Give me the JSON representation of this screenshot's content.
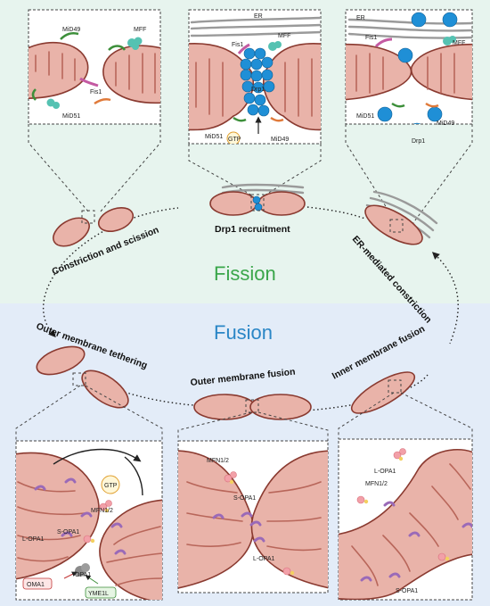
{
  "center": {
    "fission": "Fission",
    "fusion": "Fusion"
  },
  "stages": {
    "constriction": "Constriction and scission",
    "recruitment": "Drp1 recruitment",
    "er_constriction": "ER-mediated constriction",
    "tethering": "Outer membrane tethering",
    "om_fusion": "Outer membrane fusion",
    "im_fusion": "Inner membrane fusion"
  },
  "panel1": {
    "mid49": "MiD49",
    "mff": "MFF",
    "fis1": "Fis1",
    "mid51": "MiD51"
  },
  "panel2": {
    "er": "ER",
    "fis1": "Fis1",
    "mff": "MFF",
    "drp1": "Drp1",
    "mid51": "MiD51",
    "gtp": "GTP",
    "mid49": "MiD49"
  },
  "panel3": {
    "er": "ER",
    "fis1": "Fis1",
    "mff": "MFF",
    "mid51": "MiD51",
    "drp1": "Drp1",
    "mid49": "MiD49"
  },
  "panel4": {
    "gtp": "GTP",
    "mfn": "MFN1/2",
    "sopa1": "S-OPA1",
    "lopa1": "L-OPA1",
    "opa1": "OPA1",
    "oma1": "OMA1",
    "yme1l": "YME1L"
  },
  "panel5": {
    "mfn": "MFN1/2",
    "sopa1": "S-OPA1",
    "lopa1": "L-OPA1"
  },
  "panel6": {
    "lopa1": "L-OPA1",
    "mfn": "MFN1/2",
    "sopa1": "S-OPA1"
  },
  "colors": {
    "fission": "#3aa64a",
    "fusion": "#2a86c6",
    "top_bg": "#e7f4ee",
    "bottom_bg": "#e3ecf8",
    "mito": "#e9b3a9",
    "drp1": "#1f8fd6"
  }
}
